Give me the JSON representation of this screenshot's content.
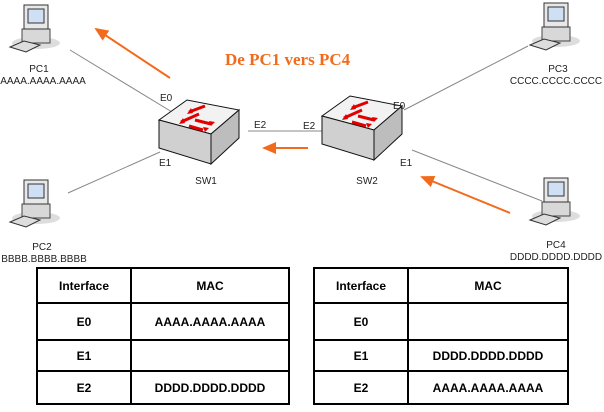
{
  "title": "De PC1 vers PC4",
  "colors": {
    "arrow": "#f26b1d",
    "switch_arrows": "#e00000"
  },
  "hosts": [
    {
      "name": "PC1",
      "mac": "AAAA.AAAA.AAAA"
    },
    {
      "name": "PC2",
      "mac": "BBBB.BBBB.BBBB"
    },
    {
      "name": "PC3",
      "mac": "CCCC.CCCC.CCCC"
    },
    {
      "name": "PC4",
      "mac": "DDDD.DDDD.DDDD"
    }
  ],
  "switches": [
    {
      "name": "SW1",
      "ports": {
        "e0": "E0",
        "e1": "E1",
        "e2": "E2"
      }
    },
    {
      "name": "SW2",
      "ports": {
        "e0": "E0",
        "e1": "E1",
        "e2": "E2"
      }
    }
  ],
  "tables": [
    {
      "headers": [
        "Interface",
        "MAC"
      ],
      "rows": [
        [
          "E0",
          "AAAA.AAAA.AAAA"
        ],
        [
          "E1",
          ""
        ],
        [
          "E2",
          "DDDD.DDDD.DDDD"
        ]
      ]
    },
    {
      "headers": [
        "Interface",
        "MAC"
      ],
      "rows": [
        [
          "E0",
          ""
        ],
        [
          "E1",
          "DDDD.DDDD.DDDD"
        ],
        [
          "E2",
          "AAAA.AAAA.AAAA"
        ]
      ]
    }
  ]
}
